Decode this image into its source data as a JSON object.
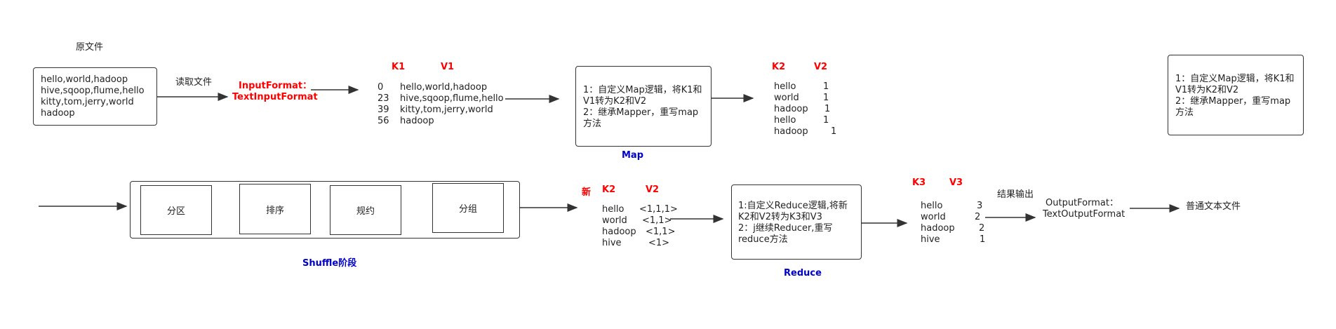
{
  "source_label": "原文件",
  "source_lines": [
    "hello,world,hadoop",
    "hive,sqoop,flume,hello",
    "kitty,tom,jerry,world",
    "hadoop"
  ],
  "read_label": "读取文件",
  "input_format": [
    "InputFormat：",
    "TextInputFormat"
  ],
  "k1v1": {
    "k_header": "K1",
    "v_header": "V1",
    "rows": [
      {
        "k": "0",
        "v": "hello,world,hadoop"
      },
      {
        "k": "23",
        "v": "hive,sqoop,flume,hello"
      },
      {
        "k": "39",
        "v": "kitty,tom,jerry,world"
      },
      {
        "k": "56",
        "v": "hadoop"
      }
    ]
  },
  "map_box": [
    "1：自定义Map逻辑，将K1和",
    "V1转为K2和V2",
    "2：继承Mapper，重写map",
    "方法"
  ],
  "map_label": "Map",
  "k2v2": {
    "k_header": "K2",
    "v_header": "V2",
    "rows": [
      {
        "k": "hello",
        "v": "1"
      },
      {
        "k": "world",
        "v": "1"
      },
      {
        "k": "hadoop",
        "v": "1"
      },
      {
        "k": "hello",
        "v": "1"
      },
      {
        "k": "hadoop",
        "v": "1"
      }
    ]
  },
  "note_box": [
    "1：自定义Map逻辑，将K1和",
    "V1转为K2和V2",
    "2：继承Mapper，重写map",
    "方法"
  ],
  "shuffle_steps": [
    "分区",
    "排序",
    "规约",
    "分组"
  ],
  "shuffle_label": "Shuffle阶段",
  "new_k2v2": {
    "new_label": "新",
    "k_header": "K2",
    "v_header": "V2",
    "rows": [
      {
        "k": "hello",
        "v": "<1,1,1>"
      },
      {
        "k": "world",
        "v": "<1,1>"
      },
      {
        "k": "hadoop",
        "v": "<1,1>"
      },
      {
        "k": "hive",
        "v": "<1>"
      }
    ]
  },
  "reduce_box": [
    "1:自定义Reduce逻辑,将新",
    "K2和V2转为K3和V3",
    "2：j继续Reducer,重写",
    "reduce方法"
  ],
  "reduce_label": "Reduce",
  "k3v3": {
    "k_header": "K3",
    "v_header": "V3",
    "rows": [
      {
        "k": "hello",
        "v": "3"
      },
      {
        "k": "world",
        "v": "2"
      },
      {
        "k": "hadoop",
        "v": "2"
      },
      {
        "k": "hive",
        "v": "1"
      }
    ]
  },
  "output_label": "结果输出",
  "output_format": [
    "OutputFormat：",
    "TextOutputFormat"
  ],
  "final_label": "普通文本文件"
}
